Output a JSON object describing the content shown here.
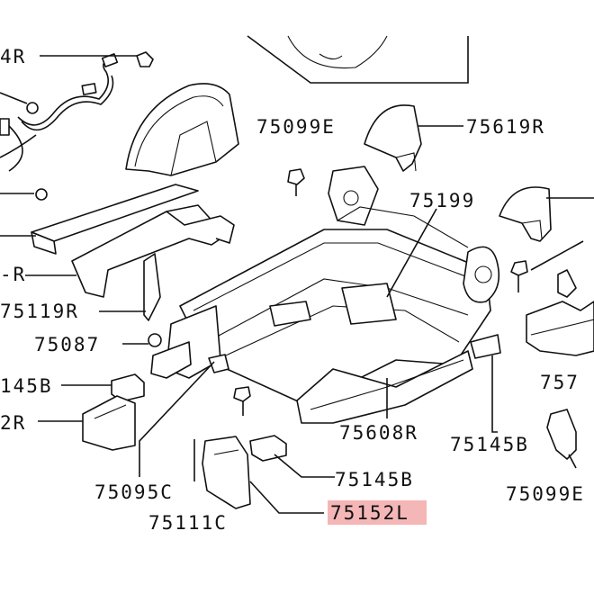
{
  "diagram": {
    "labels": {
      "p_75099E_top": "75099E",
      "p_75619R": "75619R",
      "p_75199": "75199",
      "p_R_left": "-R",
      "p_75119R": "75119R",
      "p_75087": "75087",
      "p_145B_left": "145B",
      "p_2R_left": "2R",
      "p_75608R": "75608R",
      "p_75145B_right": "75145B",
      "p_75145B_mid": "75145B",
      "p_75095C": "75095C",
      "p_75111C": "75111C",
      "p_75152L": "75152L",
      "p_757": "757",
      "p_75099B": "75099E",
      "p_4R_top": "4R"
    },
    "highlight_color": "#f4b6b6"
  }
}
